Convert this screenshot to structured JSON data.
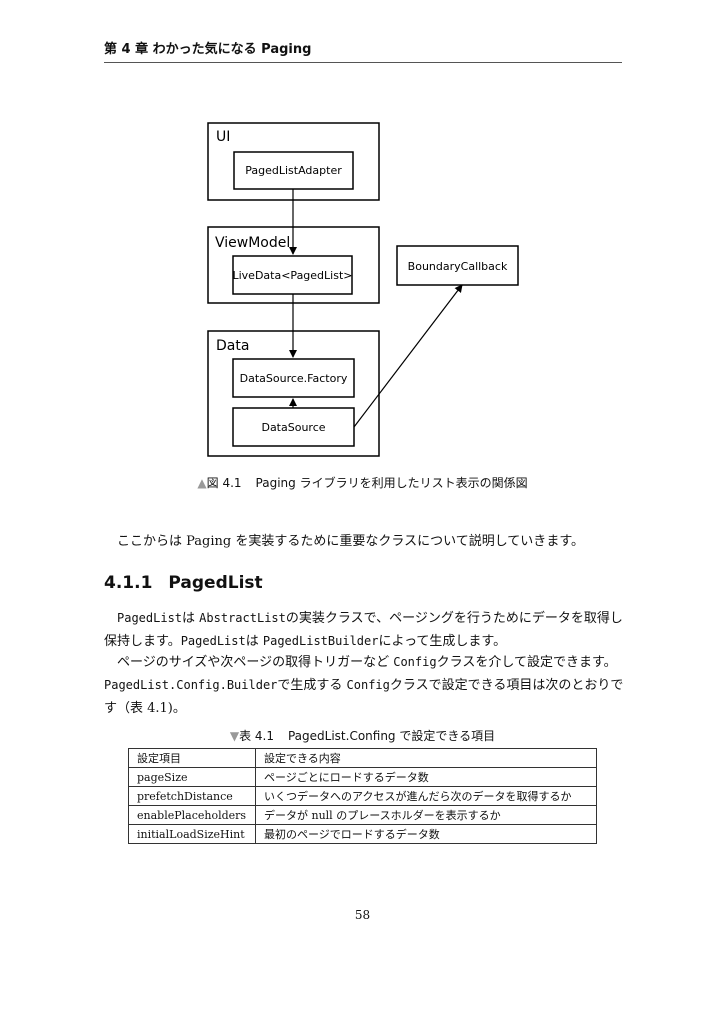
{
  "header": {
    "chapter_title": "第 4 章 わかった気になる Paging"
  },
  "diagram": {
    "ui_label": "UI",
    "paged_list_adapter": "PagedListAdapter",
    "viewmodel_label": "ViewModel",
    "live_data": "LiveData<PagedList>",
    "boundary_callback": "BoundaryCallback",
    "data_label": "Data",
    "data_source_factory": "DataSource.Factory",
    "data_source": "DataSource"
  },
  "figure_caption": {
    "marker": "▲",
    "number": "図 4.1",
    "text": "Paging ライブラリを利用したリスト表示の関係図"
  },
  "intro_paragraph": "ここからは Paging を実装するために重要なクラスについて説明していきます。",
  "section": {
    "number": "4.1.1",
    "title": "PagedList"
  },
  "para1": {
    "c1": "PagedList",
    "t1": "は ",
    "c2": "AbstractList",
    "t2": "の実装クラスで、ページングを行うためにデータを取得し保持します。",
    "c3": "PagedList",
    "t3": "は ",
    "c4": "PagedListBuilder",
    "t4": "によって生成します。"
  },
  "para2": {
    "t1": "ページのサイズや次ページの取得トリガーなど ",
    "c1": "Config",
    "t2": "クラスを介して設定できます。",
    "c2": "PagedList.Config.Builder",
    "t3": "で生成する ",
    "c3": "Config",
    "t4": "クラスで設定できる項目は次のとおりです（表 4.1)。"
  },
  "table_caption": {
    "marker": "▼",
    "number": "表 4.1",
    "text": "PagedList.Confing で設定できる項目"
  },
  "table": {
    "headers": [
      "設定項目",
      "設定できる内容"
    ],
    "rows": [
      [
        "pageSize",
        "ページごとにロードするデータ数"
      ],
      [
        "prefetchDistance",
        "いくつデータへのアクセスが進んだら次のデータを取得するか"
      ],
      [
        "enablePlaceholders",
        "データが null のプレースホルダーを表示するか"
      ],
      [
        "initialLoadSizeHint",
        "最初のページでロードするデータ数"
      ]
    ]
  },
  "page_number": "58"
}
